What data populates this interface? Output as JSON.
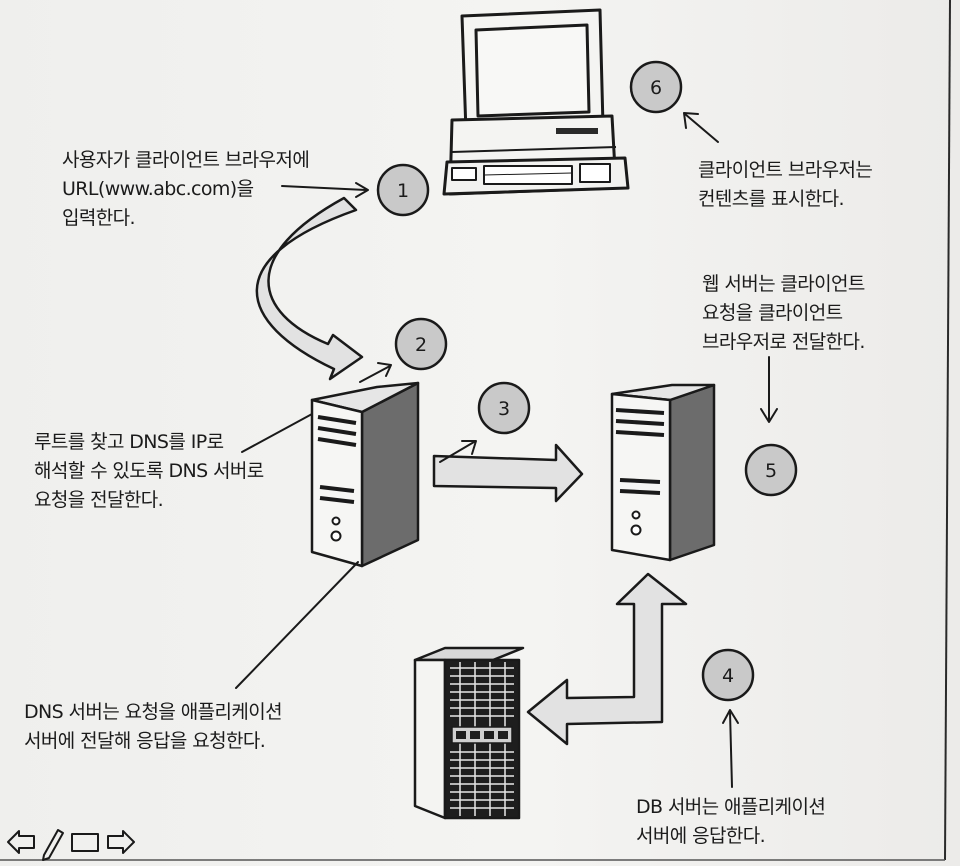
{
  "steps": [
    {
      "number": "1",
      "caption": "사용자가 클라이언트 브라우저에\nURL(www.abc.com)을\n입력한다."
    },
    {
      "number": "2",
      "caption": "루트를 찾고 DNS를 IP로\n해석할 수 있도록 DNS 서버로\n요청을 전달한다."
    },
    {
      "number": "3",
      "caption": "DNS 서버는 요청을 애플리케이션\n서버에 전달해 응답을 요청한다."
    },
    {
      "number": "4",
      "caption": "DB 서버는 애플리케이션\n서버에 응답한다."
    },
    {
      "number": "5",
      "caption": "웹 서버는 클라이언트\n요청을 클라이언트\n브라우저로 전달한다."
    },
    {
      "number": "6",
      "caption": "클라이언트 브라우저는\n컨텐츠를 표시한다."
    }
  ],
  "navigation": {
    "prev_icon": "left-arrow-icon",
    "edit_icon": "pencil-icon",
    "page_icon": "rectangle-icon",
    "next_icon": "right-arrow-icon"
  },
  "colors": {
    "badge_fill": "#c9c9c9",
    "arrow_fill": "#e2e2e2",
    "line": "#1a1a1a"
  }
}
